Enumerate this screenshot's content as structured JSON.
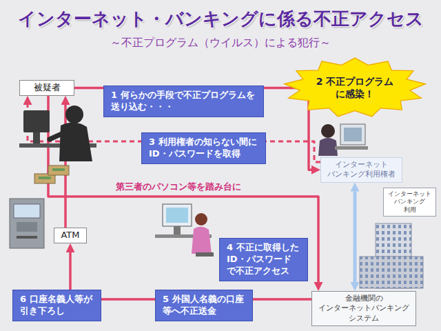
{
  "diagram": {
    "title": "インターネット・バンキングに係る不正アクセス",
    "nodes": [
      {
        "text": [
          "被疑者"
        ]
      },
      {
        "text": [
          "1 何らかの手段で不正プログラムを 送り込む・・・"
        ]
      },
      {
        "text": [
          "2 不正プログラム に感染！"
        ]
      },
      {
        "text": [
          "3 利用権者の知らない間に ID・パスワードを取得"
        ]
      },
      {
        "text": [
          "インターネット バンキング利用権者"
        ]
      },
      {
        "text": [
          "インターネット バンキング 利用"
        ]
      },
      {
        "text": [
          "ATM"
        ]
      },
      {
        "text": [
          "4 不正に取得した ID・パスワード で不正アクセス"
        ]
      },
      {
        "text": [
          "6 口座名義人等が 引き下ろし"
        ]
      },
      {
        "text": [
          "5 外国人名義の口座 等へ不正送金"
        ]
      },
      {
        "text": [
          "金融機関の インターネットバンキング システム"
        ]
      }
    ],
    "edges": [
      {
        "from": 0,
        "to": 4,
        "arrow": "to"
      },
      {
        "from": 4,
        "to": 0,
        "arrow": "to"
      },
      {
        "from": 0,
        "to": 10,
        "arrow": "to"
      },
      {
        "from": 4,
        "to": 10,
        "arrow": "both"
      },
      {
        "from": 10,
        "to": 6,
        "arrow": "to"
      },
      {
        "from": 6,
        "to": 0,
        "arrow": "to"
      }
    ],
    "labels": [
      "～不正プログラム（ウイルス）による犯行～",
      "第三者のパソコン等を踏み台に"
    ]
  }
}
